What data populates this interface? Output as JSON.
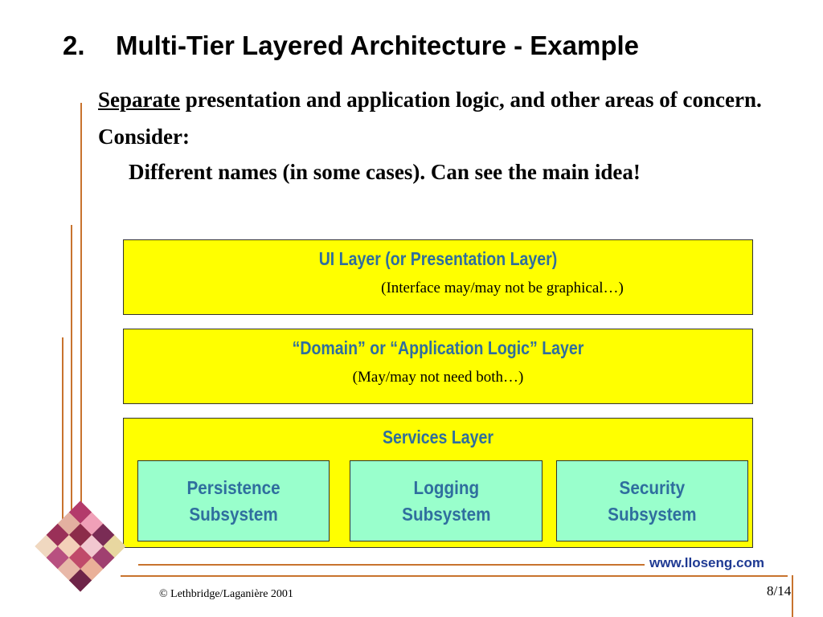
{
  "slide": {
    "title_number": "2.",
    "title_text": "Multi-Tier Layered Architecture - Example"
  },
  "bullets": {
    "line1_emph": "Separate",
    "line1_rest": " presentation and application logic, and other areas of concern.",
    "line2": "Consider:",
    "line3": "Different names (in some cases).  Can see the main idea!"
  },
  "diagram": {
    "ui_layer": {
      "title": "UI Layer (or Presentation Layer)",
      "subtitle": "(Interface may/may not be graphical…)"
    },
    "domain_layer": {
      "title": "“Domain” or “Application Logic” Layer",
      "subtitle": "(May/may not need both…)"
    },
    "services_layer": {
      "title": "Services Layer",
      "subsystems": [
        {
          "line1": "Persistence",
          "line2": "Subsystem"
        },
        {
          "line1": "Logging",
          "line2": "Subsystem"
        },
        {
          "line1": "Security",
          "line2": "Subsystem"
        }
      ]
    }
  },
  "footer": {
    "url": "www.lloseng.com",
    "copyright": "© Lethbridge/Laganière 2001",
    "page": "8/14"
  },
  "colors": {
    "accent_line": "#c8732e",
    "layer_fill": "#ffff00",
    "subsystem_fill": "#99ffcc",
    "layer_text": "#2f6e9e",
    "url_text": "#1f3a93"
  }
}
